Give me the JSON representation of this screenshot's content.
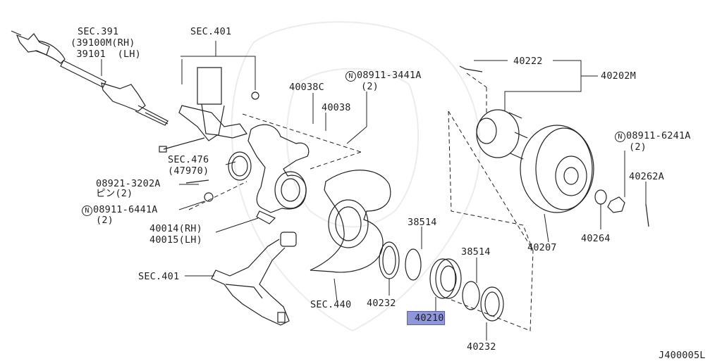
{
  "labels": {
    "sec391": "SEC.391",
    "p39100m": "(39100M(RH)",
    "p39101": " 39101  (LH)",
    "sec401_top": "SEC.401",
    "p40038c": "40038C",
    "p40038": "40038",
    "n08911_3441a": "08911-3441A",
    "q2_a": "(2)",
    "sec476": "SEC.476",
    "p47970": "(47970)",
    "p08921": "08921-3202A",
    "pin2": "ピン(2)",
    "n08911_6441a": "08911-6441A",
    "q2_b": "(2)",
    "p40014": "40014(RH)",
    "p40015": "40015(LH)",
    "sec401_bottom": "SEC.401",
    "sec440": "SEC.440",
    "p40232_a": "40232",
    "p38514_a": "38514",
    "p38514_b": "38514",
    "p40210": "40210",
    "p40232_b": "40232",
    "p40222": "40222",
    "p40202m": "40202M",
    "n08911_6241a": "08911-6241A",
    "q2_c": "(2)",
    "p40262a": "40262A",
    "p40207": "40207",
    "p40264": "40264",
    "code": "J400005L"
  },
  "n_mark": "N",
  "highlight_part": "40210",
  "colors": {
    "line": "#222222",
    "highlight": "#8f96d9"
  }
}
